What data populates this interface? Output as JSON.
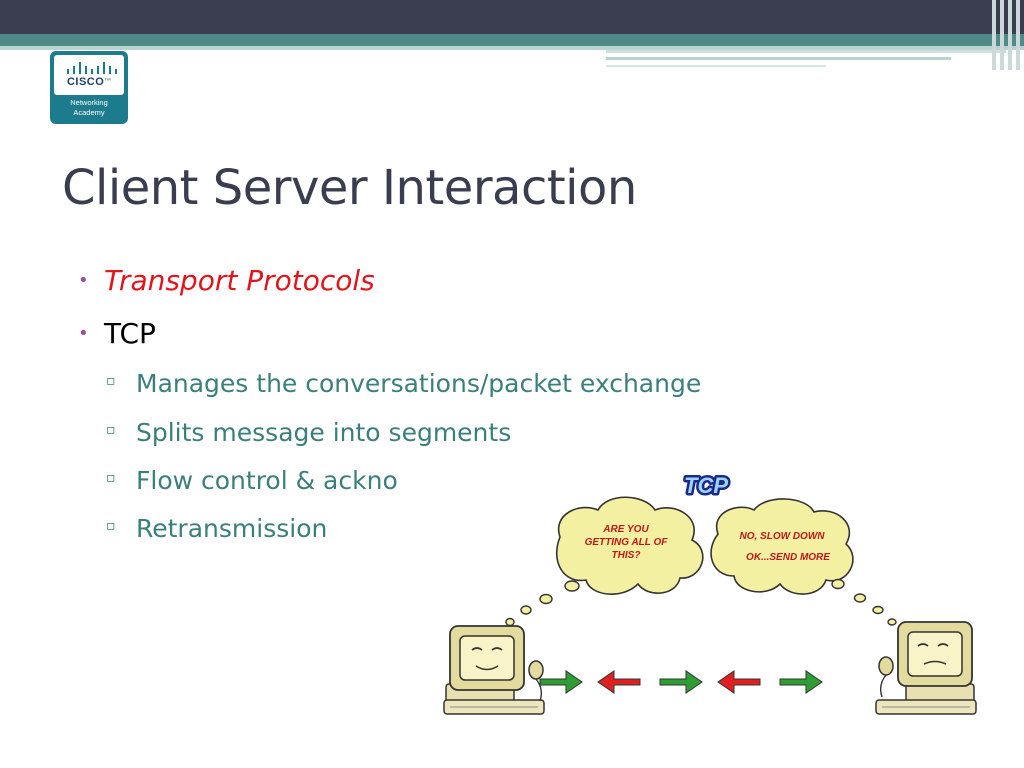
{
  "header": {
    "colors": {
      "dark": "#3b3e50",
      "teal": "#4d8a88",
      "light": "#b9d3d2"
    }
  },
  "logo": {
    "brand": "CISCO",
    "tm": "TM",
    "line1": "Networking",
    "line2": "Academy",
    "icon": "cisco-bridge-icon"
  },
  "slide": {
    "title": "Client Server Interaction",
    "bullets": [
      {
        "text": "Transport Protocols",
        "color": "#e3141a",
        "style": "italic"
      },
      {
        "text": "TCP",
        "color": "#000000"
      }
    ],
    "sub_bullets": [
      "Manages the conversations/packet exchange",
      "Splits message into segments",
      "Flow control & ackno",
      "Retransmission"
    ]
  },
  "illustration": {
    "banner": "TCP",
    "bubble_left": [
      "ARE YOU",
      "GETTING ALL OF",
      "THIS?"
    ],
    "bubble_right": [
      "NO, SLOW DOWN",
      "OK...SEND MORE"
    ],
    "arrows": [
      "right",
      "left",
      "right",
      "left",
      "right"
    ],
    "arrow_colors": {
      "right": "#2e9e34",
      "left": "#e02020"
    }
  }
}
